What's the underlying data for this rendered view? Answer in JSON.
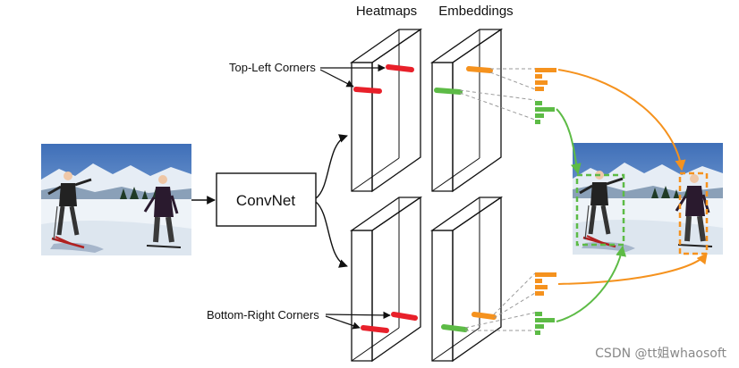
{
  "header": {
    "heatmaps": "Heatmaps",
    "embeddings": "Embeddings"
  },
  "labels": {
    "top_left": "Top-Left Corners",
    "bottom_right": "Bottom-Right Corners",
    "convnet": "ConvNet"
  },
  "watermark": "CSDN @tt姐whaosoft",
  "colors": {
    "red": "#e8202a",
    "orange": "#f5921e",
    "green": "#5dbb46",
    "box": "#111111",
    "dash": "#9a9a9a"
  },
  "images": {
    "input": "skier-photo-input",
    "output": "skier-photo-output"
  }
}
